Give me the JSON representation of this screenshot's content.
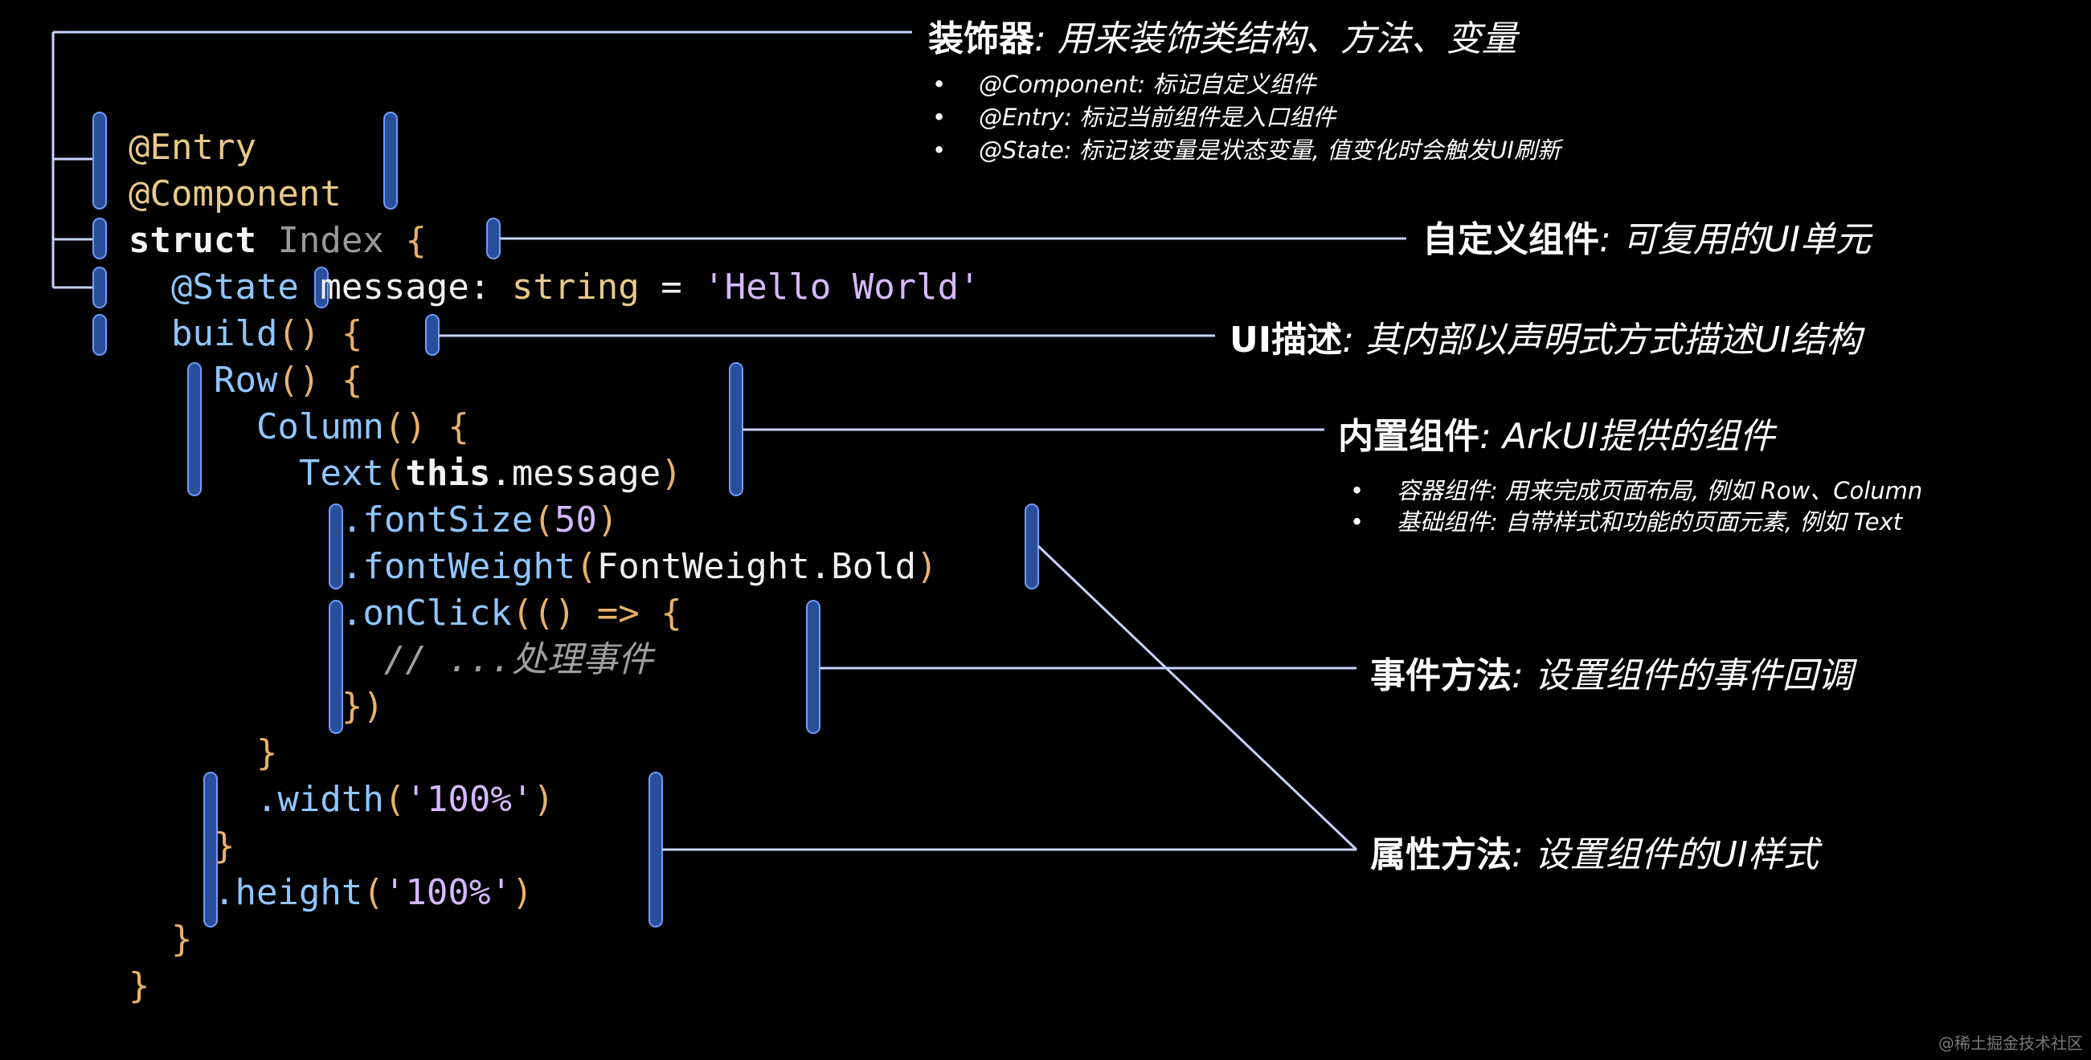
{
  "code_lines": [
    {
      "tokens": [
        {
          "t": "@Entry",
          "c": "dec"
        }
      ]
    },
    {
      "tokens": [
        {
          "t": "@Component",
          "c": "dec"
        }
      ]
    },
    {
      "tokens": [
        {
          "t": "struct",
          "c": "kw"
        },
        {
          "t": " Index ",
          "c": "id"
        },
        {
          "t": "{",
          "c": "punc"
        }
      ]
    },
    {
      "tokens": [
        {
          "t": "  @State",
          "c": "fn"
        },
        {
          "t": " message: ",
          "c": "plain"
        },
        {
          "t": "string",
          "c": "type"
        },
        {
          "t": " = ",
          "c": "plain"
        },
        {
          "t": "'Hello World'",
          "c": "str"
        }
      ]
    },
    {
      "tokens": [
        {
          "t": "  build",
          "c": "fn"
        },
        {
          "t": "() {",
          "c": "punc"
        }
      ]
    },
    {
      "tokens": [
        {
          "t": "    Row",
          "c": "fn"
        },
        {
          "t": "() {",
          "c": "punc"
        }
      ]
    },
    {
      "tokens": [
        {
          "t": "      Column",
          "c": "fn"
        },
        {
          "t": "() {",
          "c": "punc"
        }
      ]
    },
    {
      "tokens": [
        {
          "t": "        Text",
          "c": "fn"
        },
        {
          "t": "(",
          "c": "punc"
        },
        {
          "t": "this",
          "c": "kw"
        },
        {
          "t": ".message",
          "c": "plain"
        },
        {
          "t": ")",
          "c": "punc"
        }
      ]
    },
    {
      "tokens": [
        {
          "t": "          .fontSize",
          "c": "fn"
        },
        {
          "t": "(",
          "c": "punc"
        },
        {
          "t": "50",
          "c": "num"
        },
        {
          "t": ")",
          "c": "punc"
        }
      ]
    },
    {
      "tokens": [
        {
          "t": "          .fontWeight",
          "c": "fn"
        },
        {
          "t": "(",
          "c": "punc"
        },
        {
          "t": "FontWeight.Bold",
          "c": "plain"
        },
        {
          "t": ")",
          "c": "punc"
        }
      ]
    },
    {
      "tokens": [
        {
          "t": "          .onClick",
          "c": "fn"
        },
        {
          "t": "(() => {",
          "c": "punc"
        }
      ]
    },
    {
      "tokens": [
        {
          "t": "            // ...处理事件",
          "c": "cm"
        }
      ]
    },
    {
      "tokens": [
        {
          "t": "          })",
          "c": "punc"
        }
      ]
    },
    {
      "tokens": [
        {
          "t": "      }",
          "c": "punc"
        }
      ]
    },
    {
      "tokens": [
        {
          "t": "      .width",
          "c": "fn"
        },
        {
          "t": "(",
          "c": "punc"
        },
        {
          "t": "'100%'",
          "c": "str"
        },
        {
          "t": ")",
          "c": "punc"
        }
      ]
    },
    {
      "tokens": [
        {
          "t": "    }",
          "c": "punc"
        }
      ]
    },
    {
      "tokens": [
        {
          "t": "    .height",
          "c": "fn"
        },
        {
          "t": "(",
          "c": "punc"
        },
        {
          "t": "'100%'",
          "c": "str"
        },
        {
          "t": ")",
          "c": "punc"
        }
      ]
    },
    {
      "tokens": [
        {
          "t": "  }",
          "c": "punc"
        }
      ]
    },
    {
      "tokens": [
        {
          "t": "}",
          "c": "punc"
        }
      ]
    }
  ],
  "annotations": {
    "decorator": {
      "head": "装饰器",
      "desc": ": 用来装饰类结构、方法、变量",
      "bullets": [
        "@Component: 标记自定义组件",
        "@Entry: 标记当前组件是入口组件",
        "@State: 标记该变量是状态变量, 值变化时会触发UI刷新"
      ]
    },
    "custom_component": {
      "head": "自定义组件",
      "desc": ":  可复用的UI单元"
    },
    "ui_desc": {
      "head": "UI描述",
      "desc": ":  其内部以声明式方式描述UI结构"
    },
    "builtin": {
      "head": "内置组件",
      "desc": ":  ArkUI提供的组件",
      "bullets": [
        "容器组件: 用来完成页面布局, 例如 Row、Column",
        "基础组件: 自带样式和功能的页面元素, 例如 Text"
      ]
    },
    "event": {
      "head": "事件方法",
      "desc": ":  设置组件的事件回调"
    },
    "attr": {
      "head": "属性方法",
      "desc": ":  设置组件的UI样式"
    }
  },
  "bullet_symbol": "•",
  "watermark": "@稀土掘金技术社区",
  "colors": {
    "line": "#c7d2ff",
    "bracket": "#2a4f9a",
    "bracket_edge": "#6f9cff"
  }
}
